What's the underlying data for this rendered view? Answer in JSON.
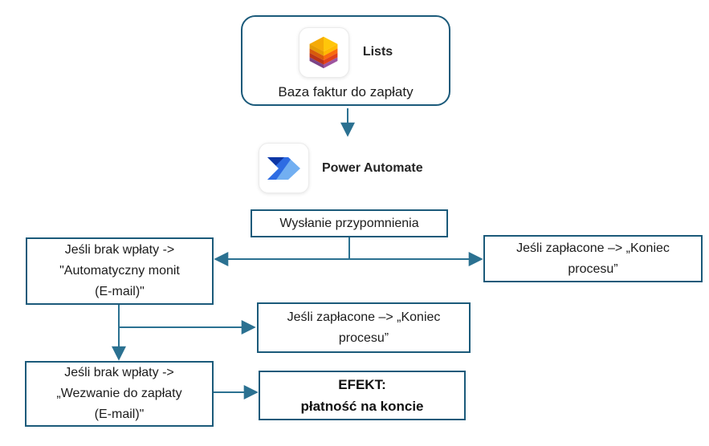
{
  "colors": {
    "box_border": "#1b5a7a",
    "arrow": "#2b7191",
    "lists_icon_yellow": "#ffc60a",
    "lists_icon_orange": "#f96a0e",
    "lists_icon_red": "#e0411b",
    "lists_icon_purple": "#9d55a0",
    "power_automate_dark_blue": "#0d36a5",
    "power_automate_blue": "#2e6ce3",
    "power_automate_light_blue": "#72aff1"
  },
  "icons": {
    "lists": "lists-cube-icon",
    "power_automate": "power-automate-icon"
  },
  "source": {
    "app_name": "Lists",
    "label": "Baza faktur do zapłaty"
  },
  "engine": {
    "app_name": "Power Automate"
  },
  "steps": {
    "reminder": {
      "label": "Wysłanie przypomnienia"
    },
    "no_payment_monit": {
      "lines": [
        "Jeśli brak wpłaty ->",
        "\"Automatyczny monit",
        "(E-mail)\""
      ]
    },
    "paid_end_right": {
      "lines": [
        "Jeśli zapłacone –> „Koniec",
        "procesu”"
      ]
    },
    "paid_end_middle": {
      "lines": [
        "Jeśli zapłacone –> „Koniec",
        "procesu”"
      ]
    },
    "no_payment_demand": {
      "lines": [
        "Jeśli brak wpłaty ->",
        "„Wezwanie do zapłaty",
        "(E-mail)\""
      ]
    },
    "effect": {
      "lines": [
        "EFEKT:",
        "płatność na koncie"
      ]
    }
  }
}
